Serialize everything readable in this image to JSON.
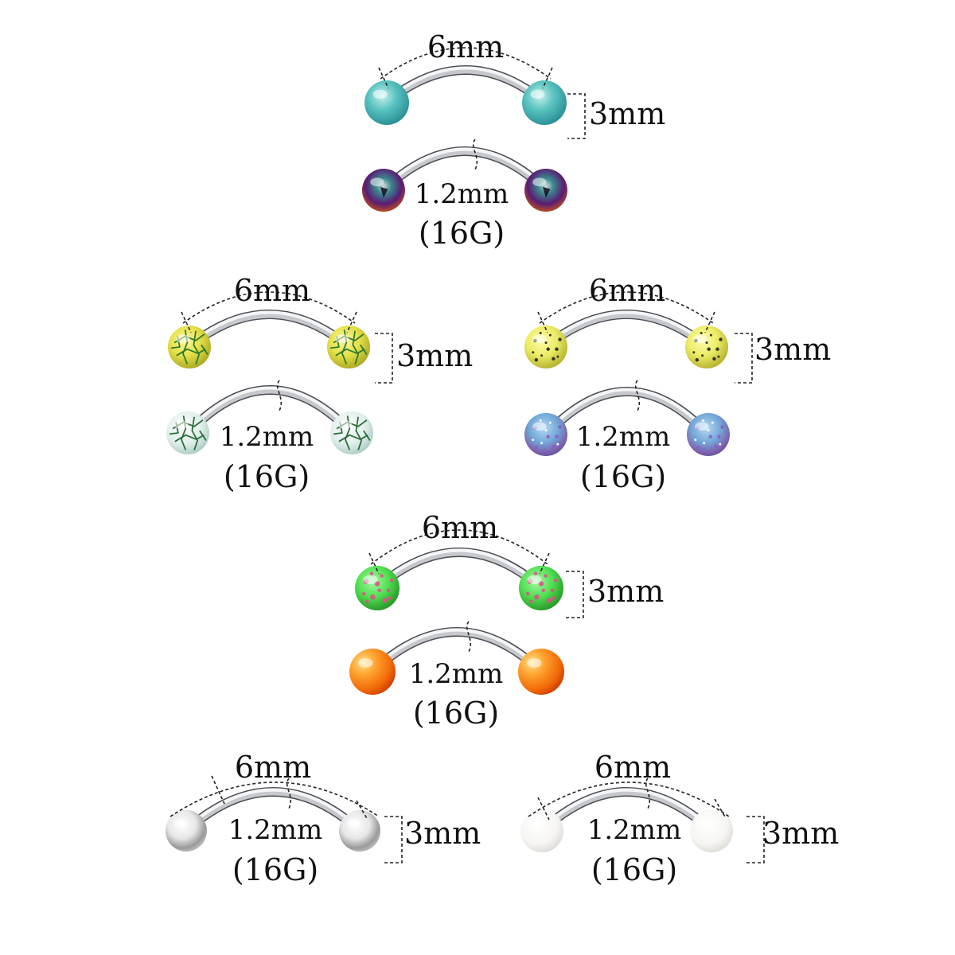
{
  "labels": {
    "length": "6mm",
    "ball": "3mm",
    "gauge_mm": "1.2mm",
    "gauge": "(16G)"
  },
  "colors": {
    "bar_light": "#f4f5f7",
    "bar_dark": "#4a4c52",
    "dim_line": "#222222"
  },
  "products": [
    {
      "id": "turquoise-matte",
      "balls": [
        "#5ac3c0",
        "#2f9aa0",
        "#b9ecee"
      ],
      "pattern": "matte"
    },
    {
      "id": "rainbow-anodized",
      "balls": [
        "#5a1b73",
        "#1a6a70",
        "#c04030"
      ],
      "pattern": "metallic"
    },
    {
      "id": "yellow-crackle",
      "balls": [
        "#e6e048",
        "#b7b52a",
        "#2f7a2f"
      ],
      "pattern": "crackle"
    },
    {
      "id": "white-green-crackle",
      "balls": [
        "#e7f1ee",
        "#c6ddd7",
        "#2e6e3a"
      ],
      "pattern": "crackle"
    },
    {
      "id": "yellow-speckled",
      "balls": [
        "#ecec66",
        "#c8c538",
        "#222222"
      ],
      "pattern": "speckle"
    },
    {
      "id": "blue-purple-speckled",
      "balls": [
        "#72a8d8",
        "#7c58a8",
        "#2c5f8a"
      ],
      "pattern": "galaxy"
    },
    {
      "id": "green-pink-speckled",
      "balls": [
        "#52e052",
        "#30a030",
        "#e0508a"
      ],
      "pattern": "pinkspeck"
    },
    {
      "id": "orange",
      "balls": [
        "#ff8a1e",
        "#e44a00",
        "#ffd27a"
      ],
      "pattern": "solid"
    },
    {
      "id": "silver-ball",
      "balls": [
        "#f4f4f4",
        "#9a9a9a",
        "#ffffff"
      ],
      "pattern": "steel"
    },
    {
      "id": "pearl",
      "balls": [
        "#fbfbfa",
        "#e4e3df",
        "#ffffff"
      ],
      "pattern": "pearl"
    }
  ]
}
